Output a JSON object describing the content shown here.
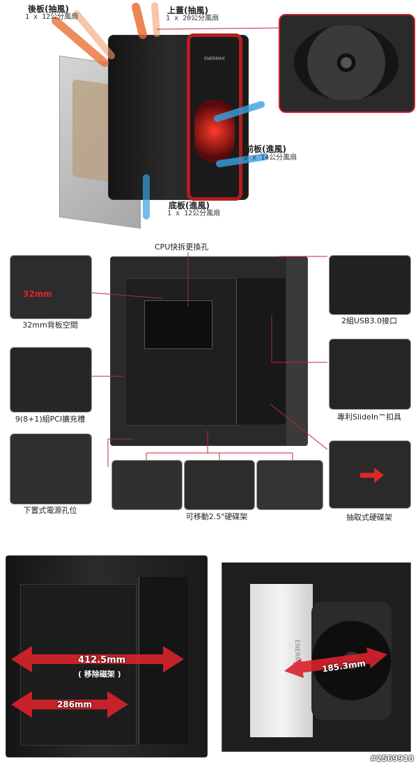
{
  "airflow": {
    "rear": {
      "title": "後板(抽風)",
      "detail": "1 x 12公分風扇"
    },
    "top": {
      "title": "上蓋(抽風)",
      "detail": "1 x 20公分風扇"
    },
    "front": {
      "title": "前板(進風)",
      "detail": "2 x 14公分風扇"
    },
    "bottom": {
      "title": "底板(進風)",
      "detail": "1 x 12公分風扇"
    }
  },
  "interior": {
    "cpu_cutout": "CPU快拆更換孔",
    "clearance_value": "32mm",
    "clearance_caption": "32mm背板空間",
    "pci_caption": "9(8+1)組PCI擴充槽",
    "psu_caption": "下置式電源孔位",
    "hdd_tray_caption": "可移動2.5\"硬碟架",
    "usb_caption": "2組USB3.0接口",
    "slidein_caption": "專利SlideIn™扣具",
    "drawer_caption": "抽取式硬碟架"
  },
  "dimensions": {
    "vga_long": "412.5mm",
    "vga_long_note": "( 移除磁架 )",
    "vga_short": "286mm",
    "cooler_height": "185.3mm"
  },
  "watermark": "#2569918",
  "brand_text": "ENERMAX",
  "colors": {
    "accent_red": "#c8232c",
    "arrow_orange": "#e8662a",
    "arrow_blue": "#3aa0e0"
  }
}
